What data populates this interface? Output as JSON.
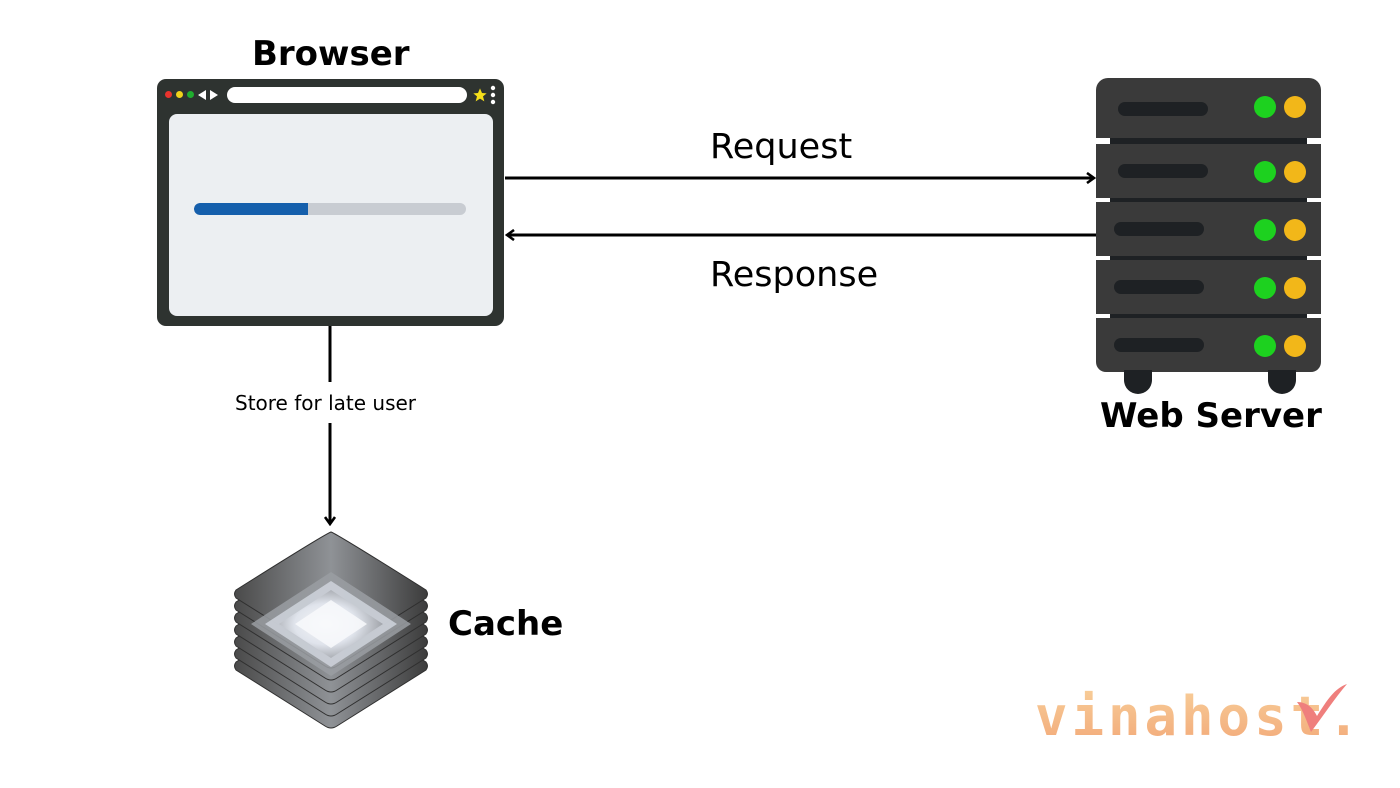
{
  "diagram": {
    "browser": {
      "label": "Browser",
      "window_controls": [
        "close",
        "minimize",
        "maximize"
      ],
      "control_colors": [
        "#e8332d",
        "#f0d21b",
        "#1fae2e"
      ],
      "nav_icons": [
        "back-arrow-icon",
        "forward-arrow-icon"
      ],
      "bookmark_icon": "star-icon",
      "menu_icon": "kebab-menu-icon",
      "progress": 0.42,
      "progress_color": "#155fac"
    },
    "web_server": {
      "label": "Web Server",
      "rack_units": 5,
      "led_colors": [
        "#1dd11f",
        "#f2b719"
      ]
    },
    "cache": {
      "label": "Cache",
      "layers": 7
    },
    "edges": {
      "request": {
        "label": "Request",
        "from": "Browser",
        "to": "Web Server"
      },
      "response": {
        "label": "Response",
        "from": "Web Server",
        "to": "Browser"
      },
      "store": {
        "label": "Store for late user",
        "from": "Browser",
        "to": "Cache"
      }
    },
    "watermark": {
      "text": "vinahost.",
      "mark_icon": "checkmark-icon"
    }
  }
}
